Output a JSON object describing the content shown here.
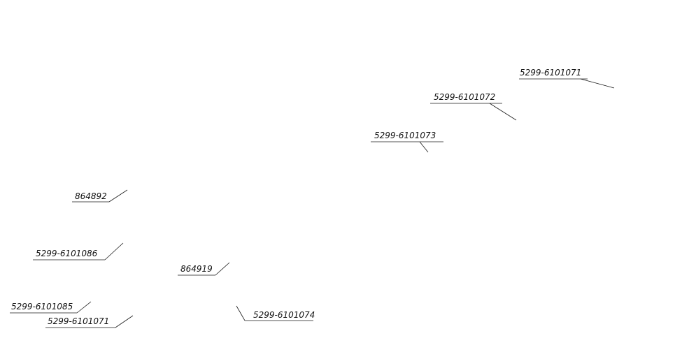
{
  "labels": {
    "p_6101071_top": "5299-6101071",
    "p_6101072": "5299-6101072",
    "p_6101073": "5299-6101073",
    "p_864892": "864892",
    "p_6101086": "5299-6101086",
    "p_864919": "864919",
    "p_6101085": "5299-6101085",
    "p_6101071_bottom": "5299-6101071",
    "p_6101074": "5299-6101074"
  }
}
